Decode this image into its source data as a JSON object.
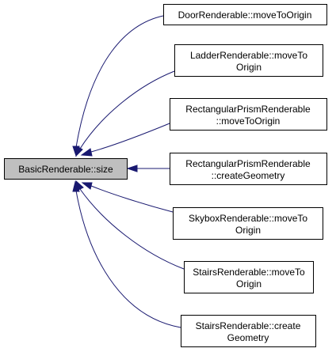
{
  "graph": {
    "root": {
      "label": "BasicRenderable::size"
    },
    "callers": [
      {
        "lines": [
          "DoorRenderable::moveToOrigin"
        ]
      },
      {
        "lines": [
          "LadderRenderable::moveTo",
          "Origin"
        ]
      },
      {
        "lines": [
          "RectangularPrismRenderable",
          "::moveToOrigin"
        ]
      },
      {
        "lines": [
          "RectangularPrismRenderable",
          "::createGeometry"
        ]
      },
      {
        "lines": [
          "SkyboxRenderable::moveTo",
          "Origin"
        ]
      },
      {
        "lines": [
          "StairsRenderable::moveTo",
          "Origin"
        ]
      },
      {
        "lines": [
          "StairsRenderable::create",
          "Geometry"
        ]
      }
    ],
    "colors": {
      "edge": "#191970",
      "root_fill": "#bfbfbf",
      "node_fill": "#ffffff",
      "border": "#000000"
    }
  }
}
